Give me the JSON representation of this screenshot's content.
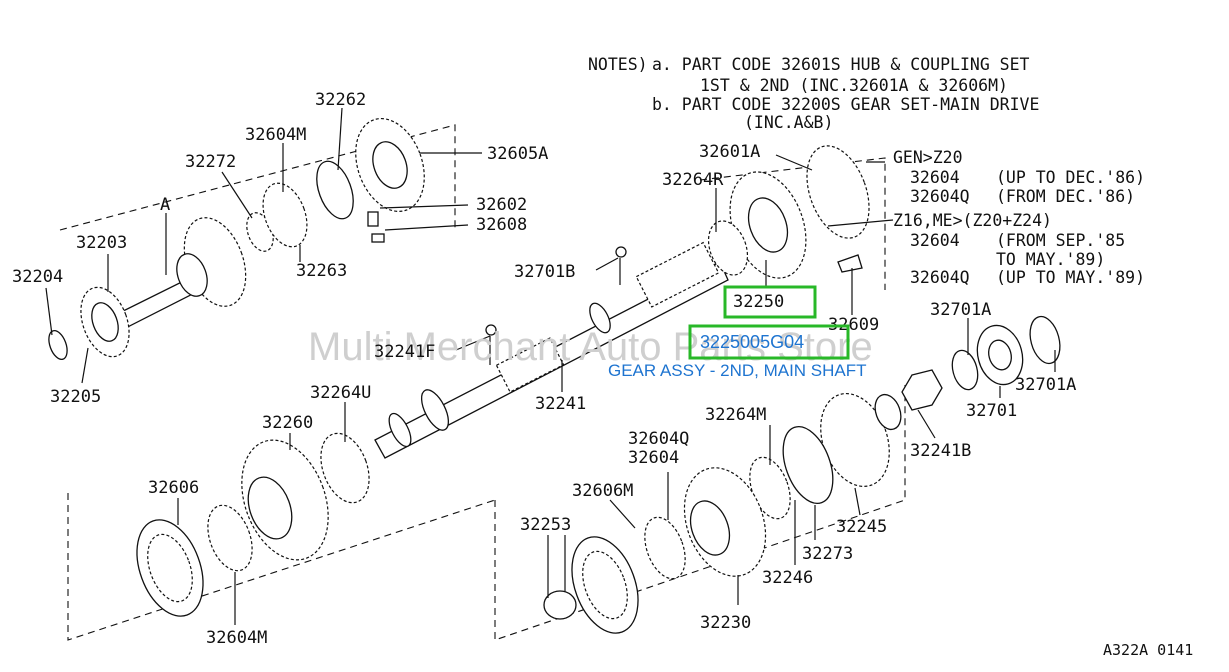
{
  "notes": {
    "heading": "NOTES)",
    "line_a": "a. PART CODE 32601S HUB & COUPLING SET",
    "line_a2": "1ST & 2ND (INC.32601A & 32606M)",
    "line_b": "b. PART CODE 32200S GEAR SET-MAIN DRIVE",
    "line_b2": "(INC.A&B)"
  },
  "variants": {
    "gen": "GEN>Z20",
    "gen_1_code": "32604",
    "gen_1_note": "(UP TO DEC.'86)",
    "gen_2_code": "32604Q",
    "gen_2_note": "(FROM DEC.'86)",
    "z16": "Z16,ME>(Z20+Z24)",
    "z16_1_code": "32604",
    "z16_1_note": "(FROM SEP.'85",
    "z16_1_note2": "TO MAY.'89)",
    "z16_2_code": "32604Q",
    "z16_2_note": "(UP TO MAY.'89)"
  },
  "part_labels": {
    "p32262": "32262",
    "p32604M_top": "32604M",
    "p32272": "32272",
    "p32605A": "32605A",
    "pA": "A",
    "p32602": "32602",
    "p32608": "32608",
    "p32203": "32203",
    "p32263": "32263",
    "p32204": "32204",
    "p32205": "32205",
    "p32601A": "32601A",
    "p32264R": "32264R",
    "p32701B": "32701B",
    "p32250": "32250",
    "p32609": "32609",
    "p32701A_top": "32701A",
    "p32241F": "32241F",
    "p32241": "32241",
    "p32264U": "32264U",
    "p32260": "32260",
    "p32701A_right": "32701A",
    "p32701": "32701",
    "p32264M": "32264M",
    "p32241B": "32241B",
    "p32604Q": "32604Q",
    "p32604": "32604",
    "p32606M": "32606M",
    "p32606": "32606",
    "p32253": "32253",
    "p32245": "32245",
    "p32273": "32273",
    "p32246": "32246",
    "p32230": "32230",
    "p32604M_bottom": "32604M"
  },
  "highlight": {
    "part_number": "3225005G04",
    "description": "GEAR ASSY - 2ND, MAIN SHAFT"
  },
  "watermark": "Multi Merchant Auto Parts Store",
  "figure_code": "A322A 0141",
  "colors": {
    "highlight_box": "#28b828",
    "highlight_text": "#1e74d0",
    "line_art": "#111111",
    "watermark": "#cfcfcf"
  }
}
